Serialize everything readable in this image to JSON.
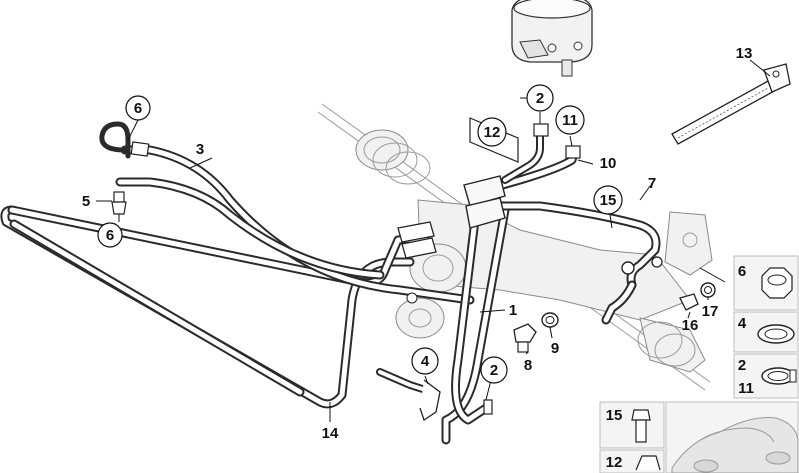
{
  "diagram": {
    "callouts": [
      {
        "id": "c6a",
        "text": "6",
        "circled": true
      },
      {
        "id": "c3",
        "text": "3",
        "circled": false
      },
      {
        "id": "c5",
        "text": "5",
        "circled": false
      },
      {
        "id": "c6b",
        "text": "6",
        "circled": true
      },
      {
        "id": "c2a",
        "text": "2",
        "circled": true
      },
      {
        "id": "c11a",
        "text": "11",
        "circled": true
      },
      {
        "id": "c12a",
        "text": "12",
        "circled": true
      },
      {
        "id": "c10",
        "text": "10",
        "circled": false
      },
      {
        "id": "c13",
        "text": "13",
        "circled": false
      },
      {
        "id": "c7",
        "text": "7",
        "circled": false
      },
      {
        "id": "c15a",
        "text": "15",
        "circled": true
      },
      {
        "id": "c1",
        "text": "1",
        "circled": false
      },
      {
        "id": "c8",
        "text": "8",
        "circled": false
      },
      {
        "id": "c9",
        "text": "9",
        "circled": false
      },
      {
        "id": "c4a",
        "text": "4",
        "circled": true
      },
      {
        "id": "c2b",
        "text": "2",
        "circled": true
      },
      {
        "id": "c14",
        "text": "14",
        "circled": false
      },
      {
        "id": "c16",
        "text": "16",
        "circled": false
      },
      {
        "id": "c17",
        "text": "17",
        "circled": false
      }
    ],
    "inset_labels": [
      {
        "id": "i6",
        "text": "6"
      },
      {
        "id": "i4",
        "text": "4"
      },
      {
        "id": "i2",
        "text": "2"
      },
      {
        "id": "i11",
        "text": "11"
      },
      {
        "id": "i15",
        "text": "15"
      },
      {
        "id": "i12",
        "text": "12"
      }
    ]
  }
}
